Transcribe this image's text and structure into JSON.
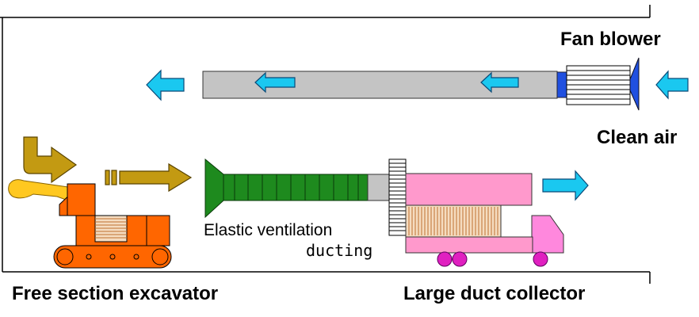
{
  "labels": {
    "fan_blower": "Fan blower",
    "clean_air": "Clean air",
    "elastic_line1": "Elastic ventilation",
    "elastic_line2": "ducting",
    "excavator": "Free section excavator",
    "collector": "Large duct collector"
  },
  "colors": {
    "air_arrow": "#1ac8f0",
    "dust_arrow": "#c39a12",
    "supply_duct": "#c4c4c4",
    "fan_blue": "#2050e0",
    "elastic_duct": "#1e8a1e",
    "collector_body": "#ff99cc",
    "collector_truck": "#ff88dd",
    "wheel": "#e020c0",
    "excavator_body": "#ff6600",
    "excavator_arm": "#ffc820",
    "filter": "#f5dcc0",
    "filter_lines": "#c07030",
    "tunnel_line": "#000000"
  },
  "icons": [
    "air-flow-arrow",
    "dust-flow-arrow",
    "fan-icon",
    "excavator-icon",
    "collector-truck-icon"
  ]
}
